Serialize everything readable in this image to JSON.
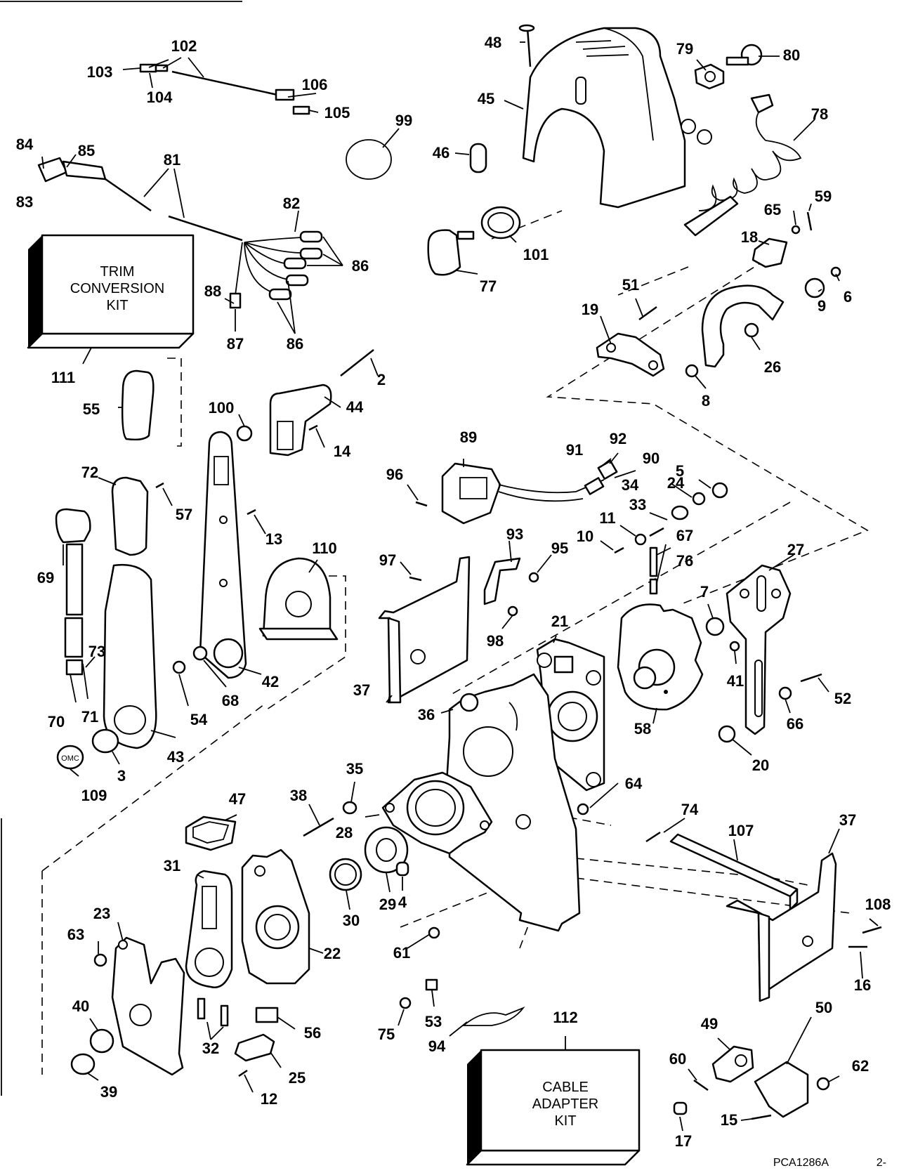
{
  "kits": {
    "trim": {
      "line1": "TRIM",
      "line2": "CONVERSION",
      "line3": "KIT",
      "number": "111"
    },
    "cable": {
      "line1": "CABLE",
      "line2": "ADAPTER",
      "line3": "KIT",
      "number": "112"
    }
  },
  "figure_code": "PCA1286A",
  "figure_code_suffix": "2-",
  "labels": {
    "l2": "2",
    "l3": "3",
    "l4": "4",
    "l5": "5",
    "l6": "6",
    "l7": "7",
    "l8": "8",
    "l9": "9",
    "l10": "10",
    "l11": "11",
    "l12": "12",
    "l13": "13",
    "l14": "14",
    "l15": "15",
    "l16": "16",
    "l17": "17",
    "l18": "18",
    "l19": "19",
    "l20": "20",
    "l21": "21",
    "l22": "22",
    "l23": "23",
    "l24": "24",
    "l25": "25",
    "l26": "26",
    "l27": "27",
    "l28": "28",
    "l29": "29",
    "l30": "30",
    "l31": "31",
    "l32": "32",
    "l33": "33",
    "l34": "34",
    "l35": "35",
    "l36": "36",
    "l37a": "37",
    "l37b": "37",
    "l38": "38",
    "l39": "39",
    "l40": "40",
    "l41": "41",
    "l42": "42",
    "l43": "43",
    "l44": "44",
    "l45": "45",
    "l46": "46",
    "l47": "47",
    "l48": "48",
    "l49": "49",
    "l50": "50",
    "l51": "51",
    "l52": "52",
    "l53": "53",
    "l54": "54",
    "l55": "55",
    "l56": "56",
    "l57": "57",
    "l58": "58",
    "l59": "59",
    "l60": "60",
    "l61": "61",
    "l62": "62",
    "l63": "63",
    "l64": "64",
    "l65": "65",
    "l66": "66",
    "l67": "67",
    "l68": "68",
    "l69": "69",
    "l70": "70",
    "l71": "71",
    "l72": "72",
    "l73": "73",
    "l74": "74",
    "l75": "75",
    "l76": "76",
    "l77": "77",
    "l78": "78",
    "l79": "79",
    "l80": "80",
    "l81": "81",
    "l82": "82",
    "l83": "83",
    "l84": "84",
    "l85": "85",
    "l86a": "86",
    "l86b": "86",
    "l87": "87",
    "l88": "88",
    "l89": "89",
    "l90": "90",
    "l91": "91",
    "l92": "92",
    "l93": "93",
    "l94": "94",
    "l95": "95",
    "l96": "96",
    "l97": "97",
    "l98": "98",
    "l99": "99",
    "l100": "100",
    "l101": "101",
    "l102": "102",
    "l103": "103",
    "l104": "104",
    "l105": "105",
    "l106": "106",
    "l107": "107",
    "l108": "108",
    "l109": "109",
    "l110": "110"
  },
  "logo_text": "OMC"
}
